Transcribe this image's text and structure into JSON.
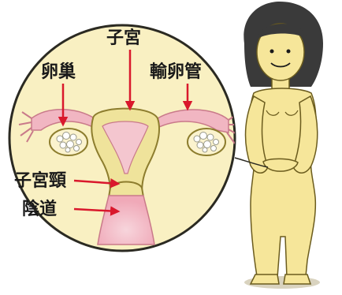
{
  "labels": {
    "uterus": "子宮",
    "ovary": "卵巢",
    "fallopian_tube": "輸卵管",
    "cervix": "子宮頸",
    "vagina": "陰道"
  },
  "colors": {
    "circle_fill": "#f9f0c2",
    "circle_border": "#2b2a22",
    "uterus_fill": "#efe39b",
    "tube_pink": "#f1b6c2",
    "vagina_pink": "#f5c2cc",
    "arrow_red": "#d9182c",
    "skin": "#f6e69a",
    "hair": "#3a3a3a"
  },
  "icons": {
    "ovary_follicles": "ovary-egg-cluster-icon",
    "figure": "standing-woman-illustration"
  }
}
